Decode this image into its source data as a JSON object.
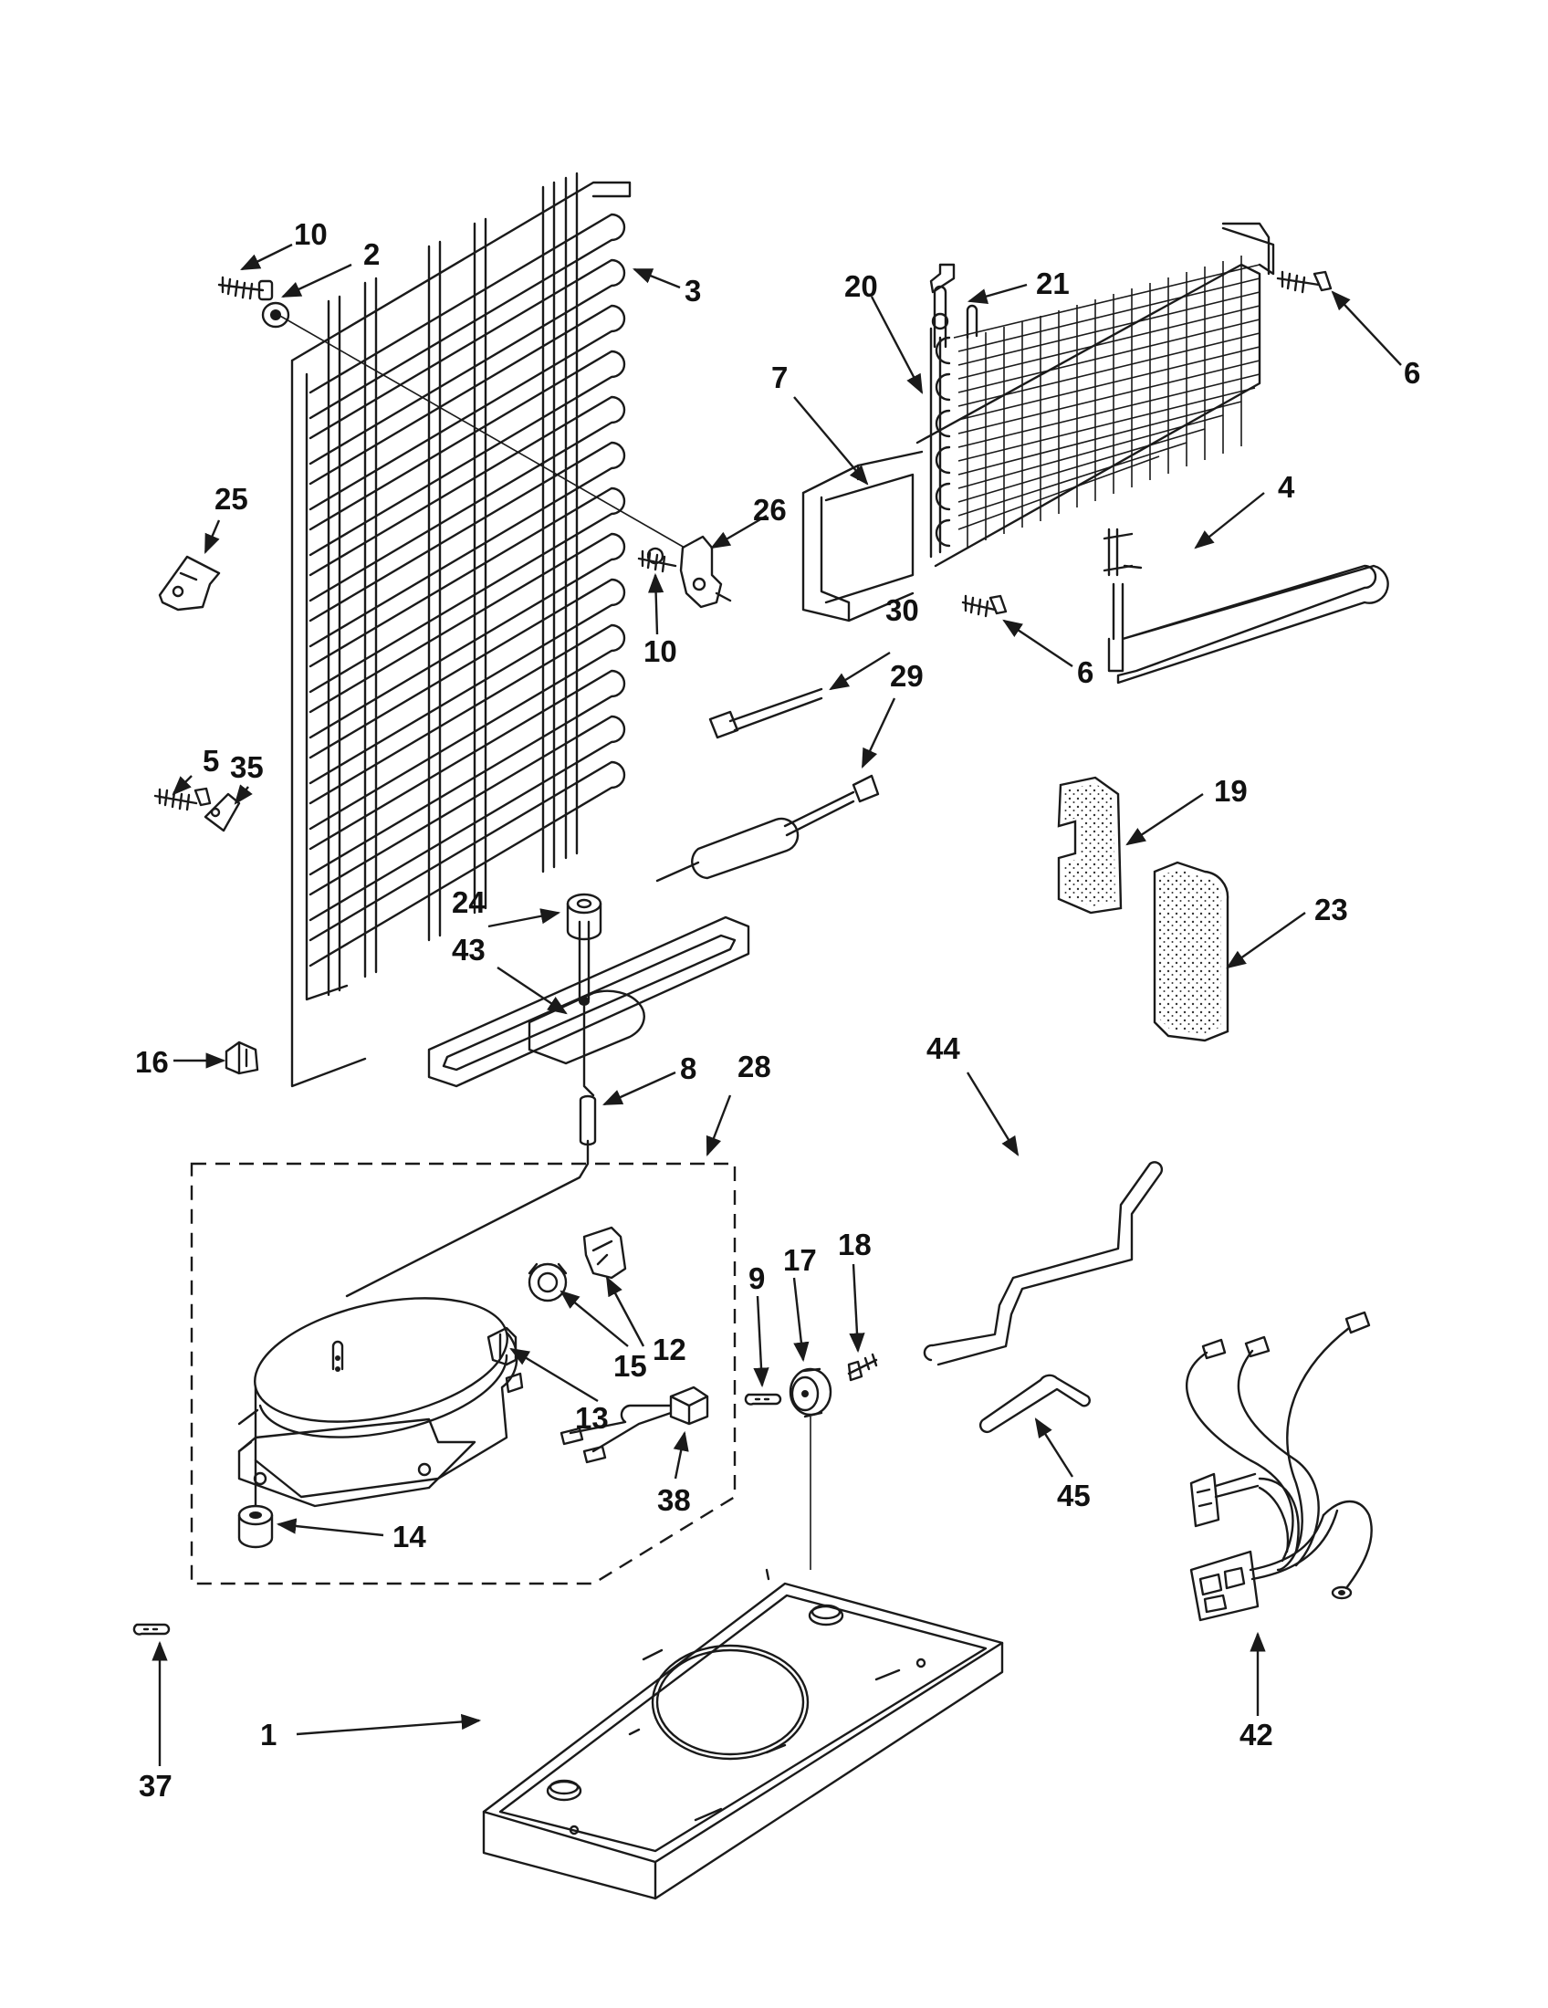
{
  "callouts": {
    "c1": "1",
    "c2": "2",
    "c3": "3",
    "c4": "4",
    "c5": "5",
    "c6a": "6",
    "c6b": "6",
    "c7": "7",
    "c8": "8",
    "c9": "9",
    "c10a": "10",
    "c10b": "10",
    "c12": "12",
    "c13": "13",
    "c14": "14",
    "c15": "15",
    "c16": "16",
    "c17": "17",
    "c18": "18",
    "c19": "19",
    "c20": "20",
    "c21": "21",
    "c23": "23",
    "c24": "24",
    "c25": "25",
    "c26": "26",
    "c28": "28",
    "c29": "29",
    "c30": "30",
    "c35": "35",
    "c37": "37",
    "c38": "38",
    "c42": "42",
    "c43": "43",
    "c44": "44",
    "c45": "45"
  }
}
